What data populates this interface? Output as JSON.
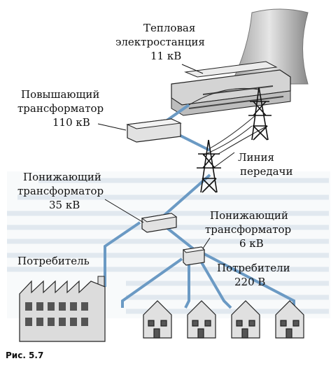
{
  "labels": {
    "power_plant": [
      "Тепловая",
      "электростанция",
      "11 кВ"
    ],
    "step_up": [
      "Повышающий",
      "трансформатор",
      "110 кВ"
    ],
    "line": [
      "Линия",
      "передачи"
    ],
    "step_down_35": [
      "Понижающий",
      "трансформатор",
      "35 кВ"
    ],
    "step_down_6": [
      "Понижающий",
      "трансформатор",
      "6 кВ"
    ],
    "consumer": "Потребитель",
    "consumers": [
      "Потребители",
      "220 В"
    ]
  },
  "caption": "Рис. 5.7",
  "colors": {
    "cable": "#6b9ac4",
    "background_text": "#c9d6e3",
    "equipment": "#e8e8e8",
    "outline": "#222222"
  }
}
